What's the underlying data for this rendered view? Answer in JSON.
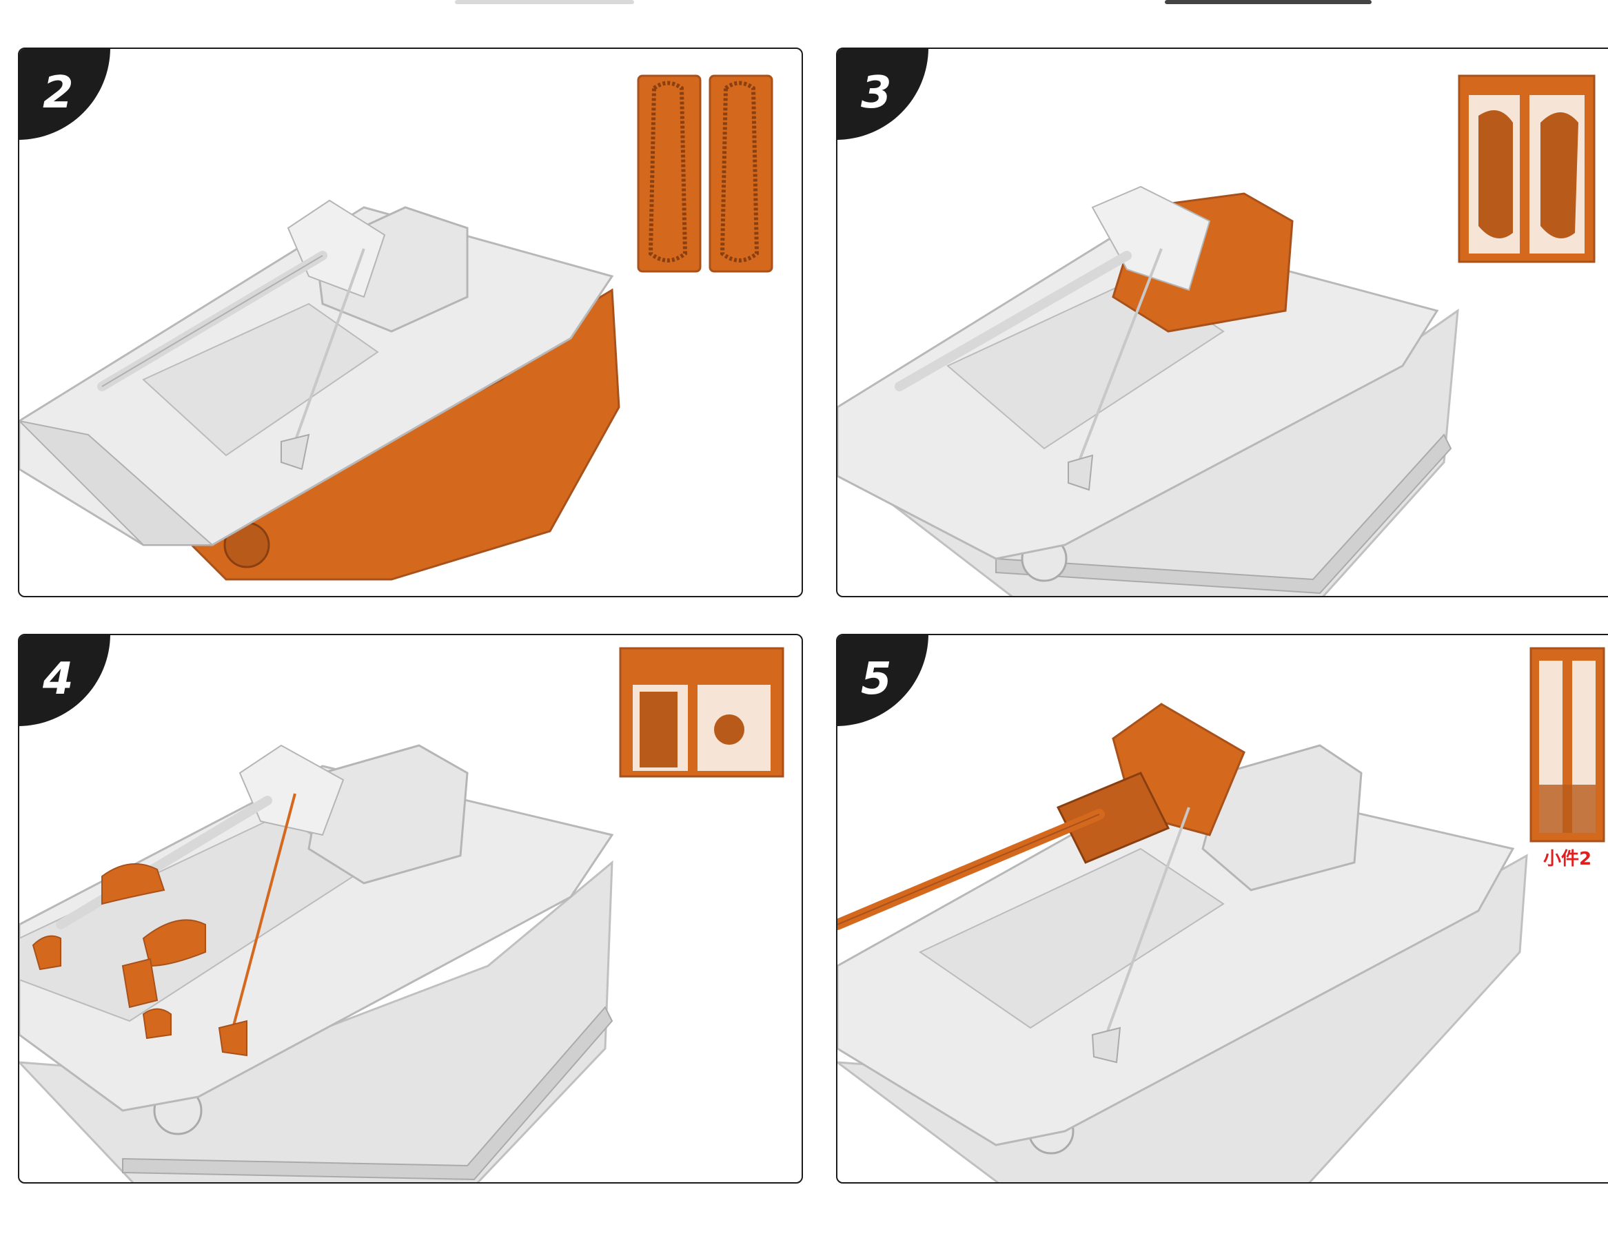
{
  "colors": {
    "highlight": "#d4691e",
    "highlight_dark": "#a8511a",
    "model": "#ececec",
    "model_shadow": "#cfcfcf",
    "badge": "#1c1c1c",
    "label": "#e02020"
  },
  "steps": [
    {
      "number": "2",
      "highlighted_part": "tracks-and-hull-sides"
    },
    {
      "number": "3",
      "highlighted_part": "turret"
    },
    {
      "number": "4",
      "highlighted_part": "hatches-and-antenna"
    },
    {
      "number": "5",
      "highlighted_part": "main-gun"
    }
  ],
  "sprue_labels": {
    "step5": "小件2"
  }
}
